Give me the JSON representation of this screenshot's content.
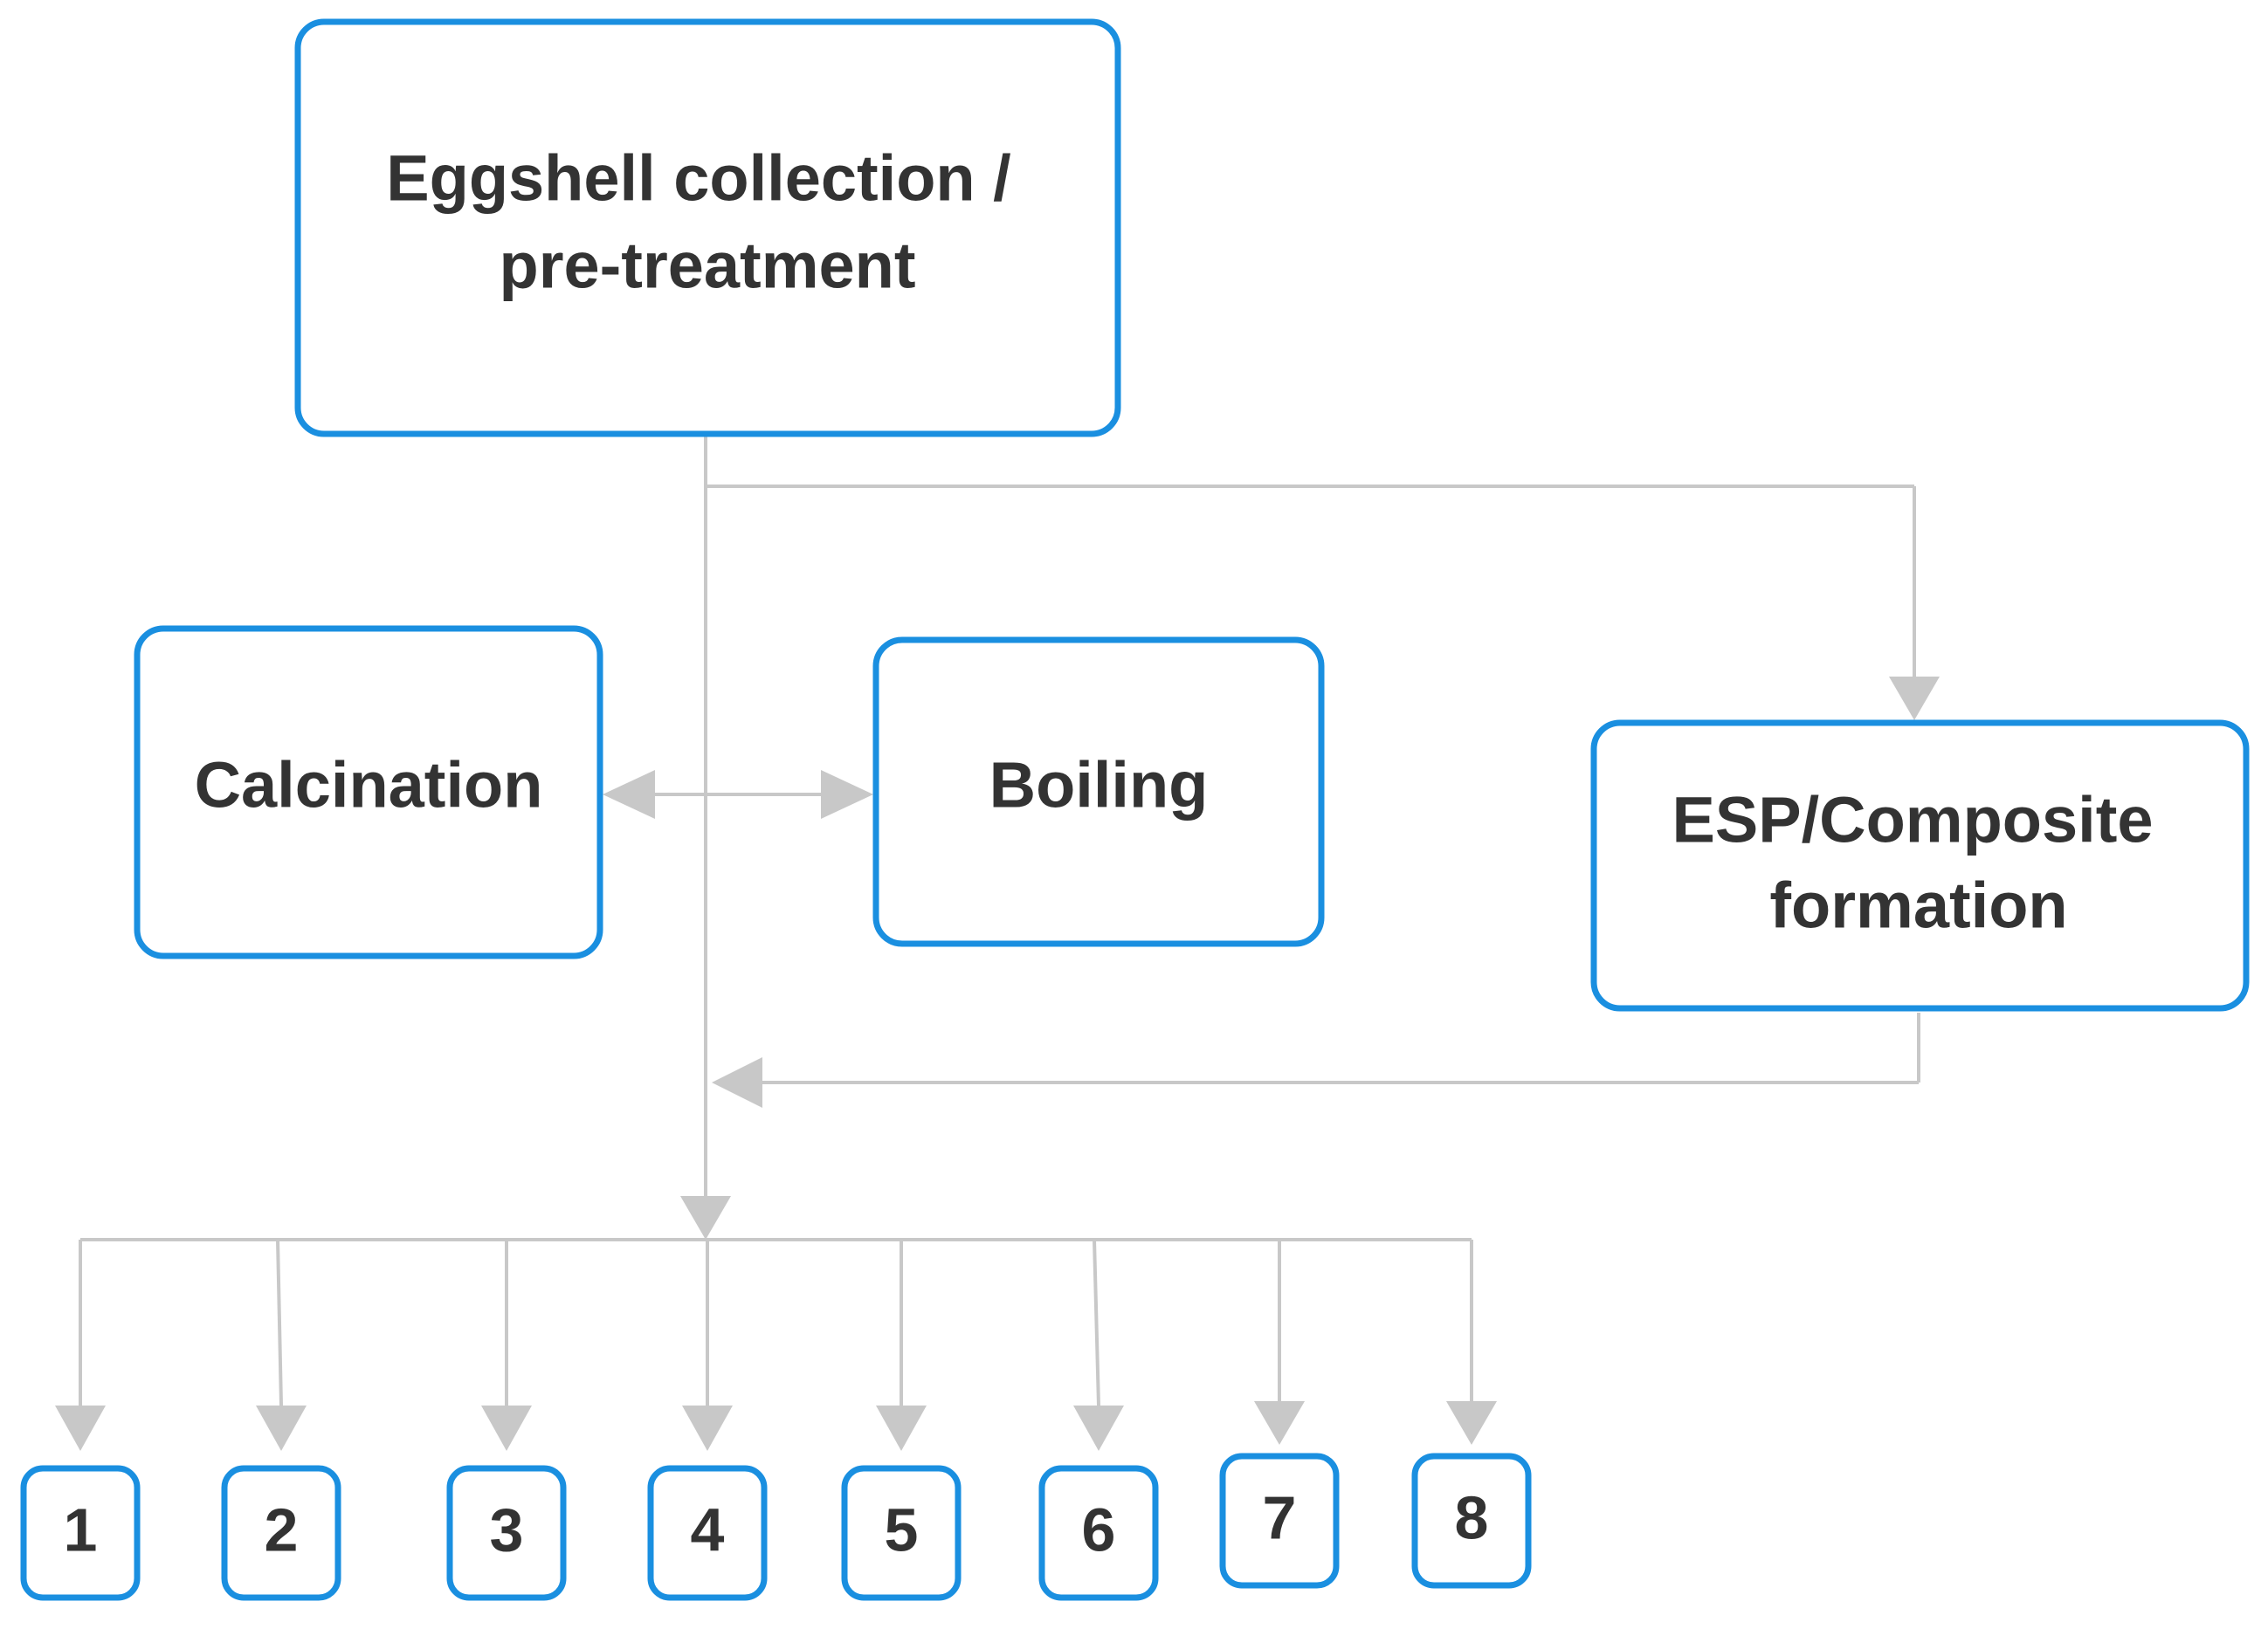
{
  "nodes": {
    "collection": {
      "line1": "Eggshell collection /",
      "line2": "pre-treatment"
    },
    "calcination": {
      "label": "Calcination"
    },
    "boiling": {
      "label": "Boiling"
    },
    "esp": {
      "line1": "ESP/Composite",
      "line2": "formation"
    }
  },
  "outputs": [
    "1",
    "2",
    "3",
    "4",
    "5",
    "6",
    "7",
    "8"
  ],
  "colors": {
    "box_border": "#1a8fe0",
    "connector": "#c8c8c8",
    "text": "#333333"
  }
}
